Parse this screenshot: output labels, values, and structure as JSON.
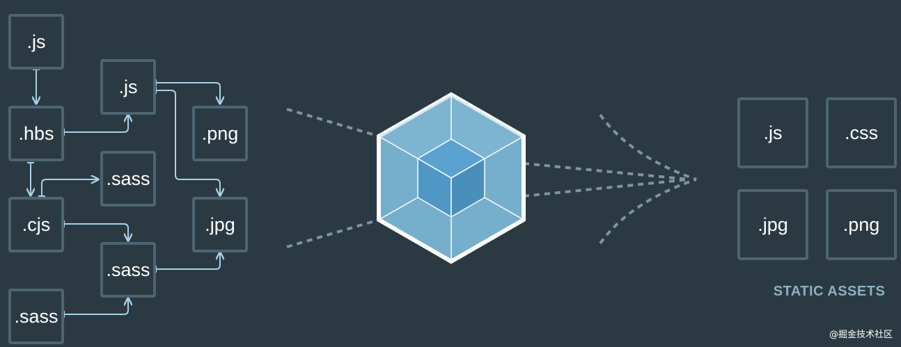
{
  "source_modules": [
    {
      "id": "js1",
      "label": ".js"
    },
    {
      "id": "hbs",
      "label": ".hbs"
    },
    {
      "id": "cjs",
      "label": ".cjs"
    },
    {
      "id": "sass3",
      "label": ".sass"
    },
    {
      "id": "js2",
      "label": ".js"
    },
    {
      "id": "sass1",
      "label": ".sass"
    },
    {
      "id": "sass2",
      "label": ".sass"
    },
    {
      "id": "png",
      "label": ".png"
    },
    {
      "id": "jpg",
      "label": ".jpg"
    }
  ],
  "static_assets": [
    {
      "label": ".js"
    },
    {
      "label": ".css"
    },
    {
      "label": ".jpg"
    },
    {
      "label": ".png"
    }
  ],
  "static_assets_label": "STATIC ASSETS",
  "watermark": "@掘金技术社区",
  "colors": {
    "background": "#2b3a42",
    "box_border": "#4d6471",
    "arrow": "#a9d1e6",
    "dots": "#7d959e",
    "cube_outer": "#75afcc",
    "cube_inner": "#4f97c5",
    "label": "#8eb0c2"
  }
}
